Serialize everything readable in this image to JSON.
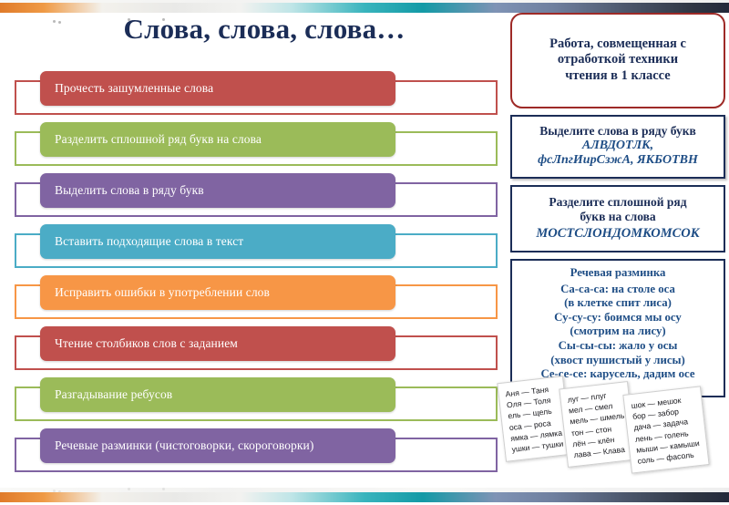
{
  "slide": {
    "title": "Слова, слова, слова…"
  },
  "activities": [
    {
      "label": "Прочесть зашумленные слова",
      "color": "#C0504D"
    },
    {
      "label": "Разделить сплошной ряд букв на слова",
      "color": "#9BBB59"
    },
    {
      "label": "Выделить слова в ряду букв",
      "color": "#8064A2"
    },
    {
      "label": "Вставить подходящие слова в текст",
      "color": "#4BACC6"
    },
    {
      "label": "Исправить ошибки в употреблении слов",
      "color": "#F79646"
    },
    {
      "label": "Чтение столбиков слов с заданием",
      "color": "#C0504D"
    },
    {
      "label": "Разгадывание ребусов",
      "color": "#9BBB59"
    },
    {
      "label": "Речевые разминки (чистоговорки, скороговорки)",
      "color": "#8064A2"
    }
  ],
  "panels": {
    "work": {
      "line1": "Работа, совмещенная с",
      "line2": "отработкой техники",
      "line3": "чтения в 1 классе",
      "border_color": "#9E2A27"
    },
    "select_words": {
      "heading": "Выделите слова в ряду букв",
      "letters_line1": "АЛВДОТЛК,",
      "letters_line2": "фсЛпгИирСзжА, ЯКБОТВН",
      "border_color": "#1B2D57"
    },
    "split_row": {
      "heading_line1": "Разделите сплошной ряд",
      "heading_line2": "букв на слова",
      "letters": "МОСТСЛОНДОМКОМСОК",
      "border_color": "#1B2D57"
    },
    "speech_warmup": {
      "heading": "Речевая разминка",
      "lines": [
        "Са-са-са: на столе оса",
        "(в клетке спит лиса)",
        "Су-су-су: боимся мы осу",
        "(смотрим на лису)",
        "Сы-сы-сы: жало у осы",
        "(хвост пушистый у лисы)",
        "Се-се-се: карусель, дадим осе"
      ],
      "border_color": "#1B2D57"
    }
  },
  "word_cards": [
    {
      "pairs": [
        "Аня — Таня",
        "Оля — Толя",
        "ель — щель",
        "оса — роса",
        "ямка — лямка",
        "ушки — тушки"
      ]
    },
    {
      "pairs": [
        "луг — плуг",
        "мел — смел",
        "мель — шмель",
        "тон — стон",
        "лён — клён",
        "лава — Клава"
      ]
    },
    {
      "pairs": [
        "шок — мешок",
        "бор — забор",
        "дача — задача",
        "лень — голень",
        "мыши — камыши",
        "соль — фасоль"
      ]
    }
  ],
  "decor": {
    "top_bar": "gradient-bar",
    "bottom_bar": "gradient-bar"
  }
}
